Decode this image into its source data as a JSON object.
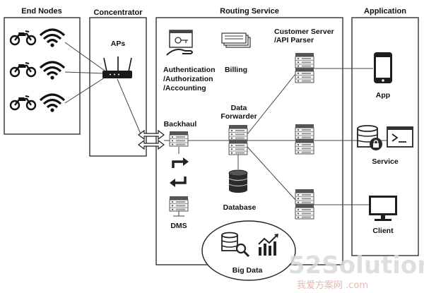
{
  "headers": {
    "end_nodes": "End Nodes",
    "concentrator": "Concentrator",
    "routing_service": "Routing Service",
    "application": "Application"
  },
  "labels": {
    "aps": "APs",
    "auth_1": "Authentication",
    "auth_2": "/Authorization",
    "auth_3": "/Accounting",
    "billing": "Billing",
    "customer_server_1": "Customer Server",
    "customer_server_2": "/API Parser",
    "backhaul": "Backhaul",
    "data_forwarder_1": "Data",
    "data_forwarder_2": "Forwarder",
    "database": "Database",
    "dms": "DMS",
    "big_data": "Big Data",
    "app": "App",
    "service": "Service",
    "client": "Client"
  },
  "watermark": {
    "brand": "52Solution",
    "sub": "我爱方案网 .com"
  }
}
